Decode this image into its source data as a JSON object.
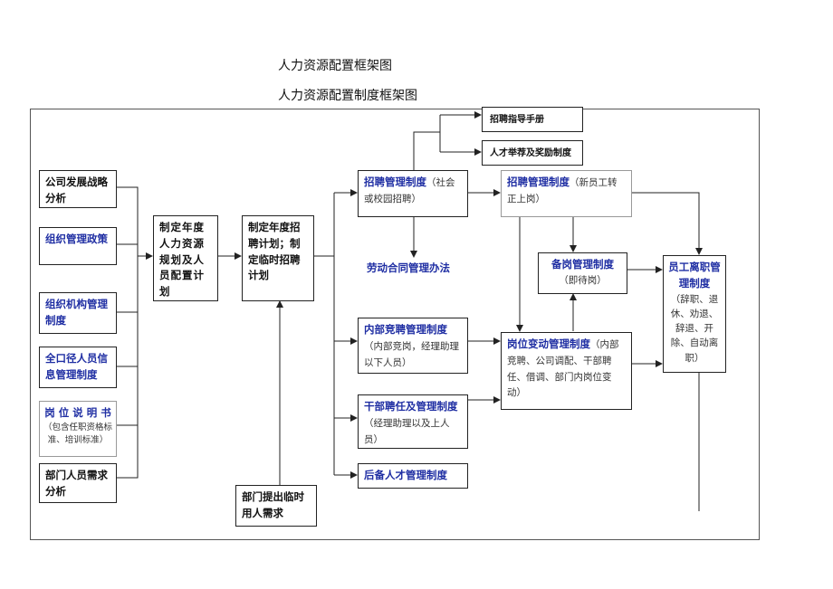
{
  "title1": "人力资源配置框架图",
  "title2": "人力资源配置制度框架图",
  "left": [
    {
      "label": "公司发展战略分析"
    },
    {
      "label": "组织管理政策"
    },
    {
      "label": "组织机构管理制度"
    },
    {
      "label": "全口径人员信息管理制度"
    },
    {
      "label": "岗 位 说 明 书",
      "sub": "（包含任职资格标准、培训标准）"
    },
    {
      "label": "部门人员需求分析"
    }
  ],
  "plan_annual": "制定年度人力资源规划及人员配置计划",
  "plan_recruit": "制定年度招聘计划；制定临时招聘计划",
  "dept_temp": "部门提出临时用人需求",
  "recruit_guide": "招聘指导手册",
  "talent_reward": "人才举荐及奖励制度",
  "recruit_mgmt": {
    "label": "招聘管理制度",
    "sub": "（社会或校园招聘）"
  },
  "labor_contract": "劳动合同管理办法",
  "internal": {
    "label": "内部竞聘管理制度",
    "sub": "（内部竞岗，经理助理以下人员）"
  },
  "cadre": {
    "label": "干部聘任及管理制度",
    "sub": "（经理助理以及上人员）"
  },
  "reserve": "后备人才管理制度",
  "recruit_new": {
    "label": "招聘管理制度",
    "sub": "（新员工转正上岗）"
  },
  "standby": {
    "label": "备岗管理制度",
    "sub": "（即待岗）"
  },
  "transfer": {
    "label": "岗位变动管理制度",
    "sub": "（内部竞聘、公司调配、干部聘任、借调、部门内岗位变动）"
  },
  "resign": {
    "label": "员工离职管理制度",
    "sub": "（辞职、退休、劝退、辞退、开除、自动离职）"
  }
}
